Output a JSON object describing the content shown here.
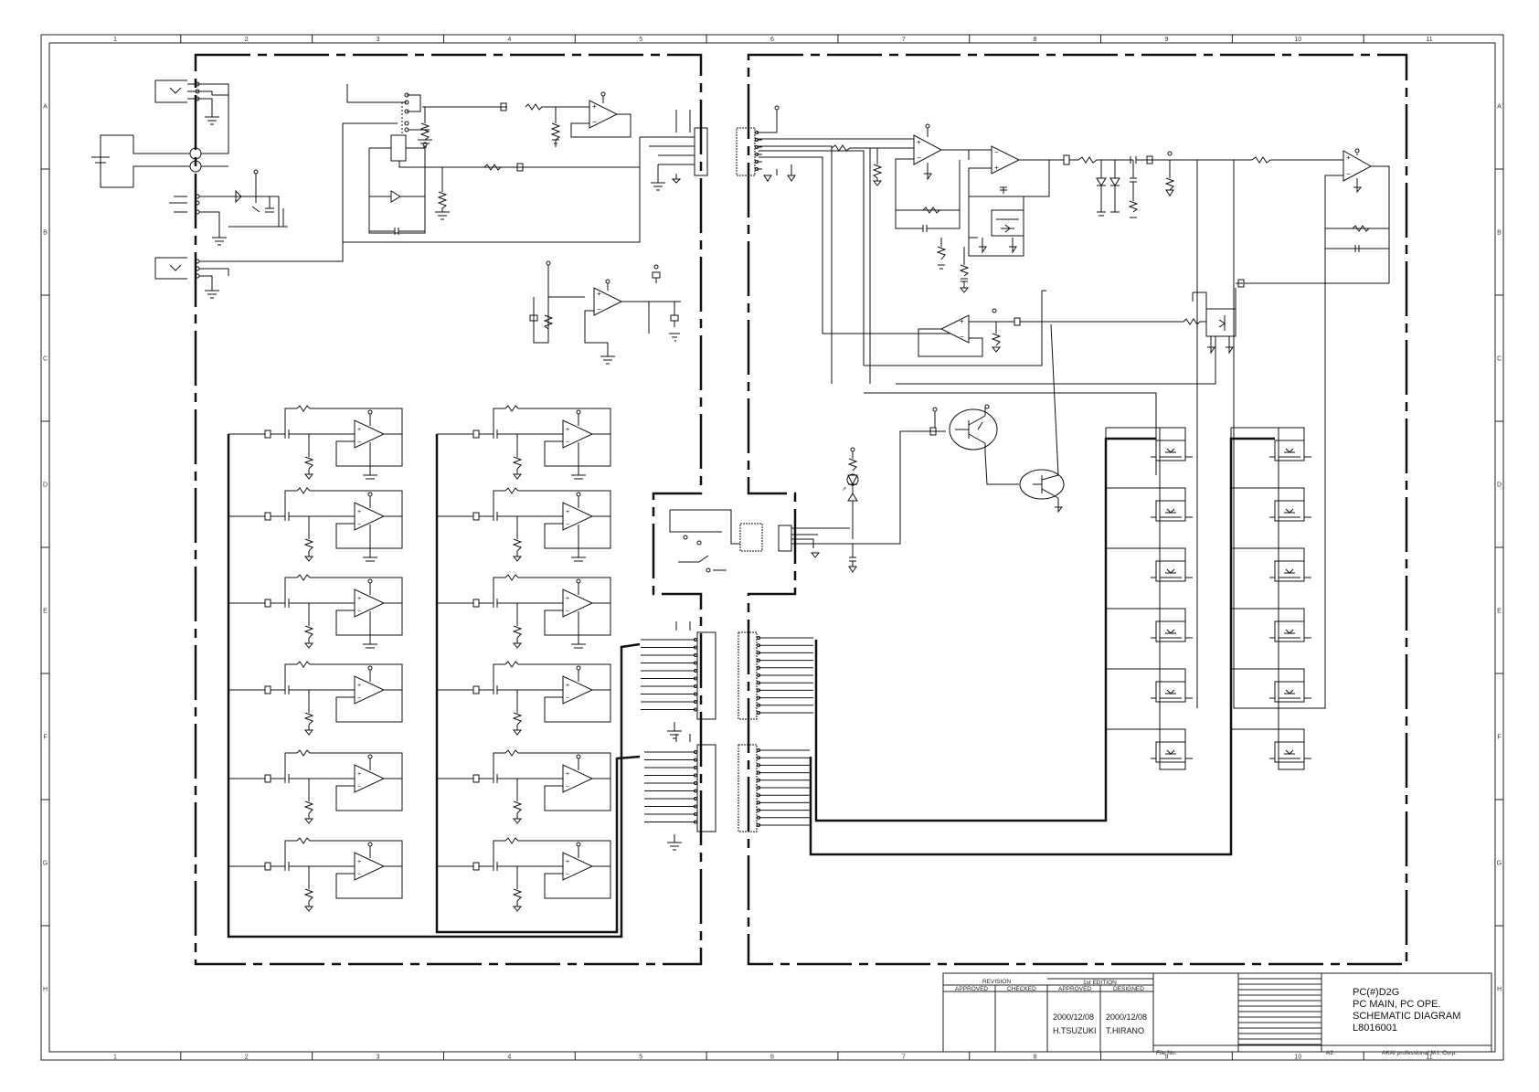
{
  "sheet": {
    "column_labels": [
      "1",
      "2",
      "3",
      "4",
      "5",
      "6",
      "7",
      "8",
      "9",
      "10",
      "11"
    ],
    "row_labels": [
      "A",
      "B",
      "C",
      "D",
      "E",
      "F",
      "G",
      "H"
    ],
    "paper_size": "A2",
    "file_no_label": "File No.",
    "company": "AKAI professional M.I. Corp."
  },
  "title_block": {
    "revision_label": "REVISION",
    "edition_label": "1st EDITION",
    "approved_label": "APPROVED",
    "checked_label": "CHECKED",
    "approved2_label": "APPROVED",
    "designed_label": "DESIGNED",
    "approved_date": "2000/12/08",
    "designed_date": "2000/12/08",
    "approved_by": "H.TSUZUKI",
    "designed_by": "T.HIRANO",
    "model": "PC(#)D2G",
    "subtitle": "PC MAIN, PC OPE.",
    "doc_type": "SCHEMATIC DIAGRAM",
    "part_number": "L8016001"
  }
}
